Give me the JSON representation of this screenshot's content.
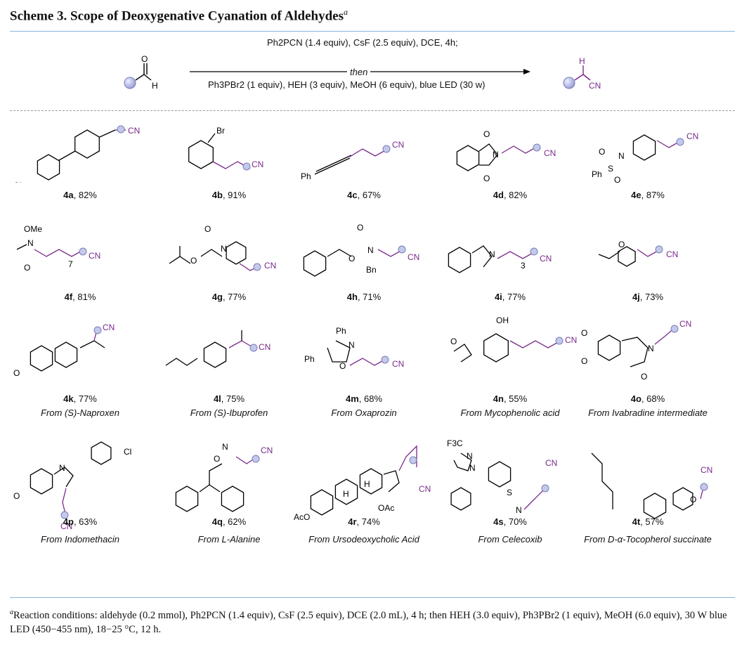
{
  "title": "Scheme 3. Scope of Deoxygenative Cyanation of Aldehydes",
  "title_sup": "a",
  "reaction": {
    "above": "Ph2PCN (1.4 equiv), CsF (2.5 equiv), DCE, 4h;",
    "middle": "then",
    "below": "Ph3PBr2 (1 equiv), HEH (3 equiv), MeOH (6 equiv), blue LED (30 w)",
    "reactant_label": "H",
    "product_h": "H",
    "product_cn": "CN"
  },
  "compounds": [
    {
      "id": "4a",
      "yield": ", 82%",
      "source": ""
    },
    {
      "id": "4b",
      "yield": ", 91%",
      "source": ""
    },
    {
      "id": "4c",
      "yield": ", 67%",
      "source": ""
    },
    {
      "id": "4d",
      "yield": ", 82%",
      "source": ""
    },
    {
      "id": "4e",
      "yield": ", 87%",
      "source": ""
    },
    {
      "id": "4f",
      "yield": ", 81%",
      "source": ""
    },
    {
      "id": "4g",
      "yield": ", 77%",
      "source": ""
    },
    {
      "id": "4h",
      "yield": ", 71%",
      "source": ""
    },
    {
      "id": "4i",
      "yield": ", 77%",
      "source": ""
    },
    {
      "id": "4j",
      "yield": ", 73%",
      "source": ""
    },
    {
      "id": "4k",
      "yield": ", 77%",
      "source": "From (S)-Naproxen"
    },
    {
      "id": "4l",
      "yield": ", 75%",
      "source": "From (S)-Ibuprofen"
    },
    {
      "id": "4m",
      "yield": ", 68%",
      "source": "From Oxaprozin"
    },
    {
      "id": "4n",
      "yield": ", 55%",
      "source": "From Mycophenolic acid"
    },
    {
      "id": "4o",
      "yield": ", 68%",
      "source": "From Ivabradine intermediate"
    },
    {
      "id": "4p",
      "yield": ", 63%",
      "source": "From Indomethacin"
    },
    {
      "id": "4q",
      "yield": ", 62%",
      "source": "From L-Alanine"
    },
    {
      "id": "4r",
      "yield": ", 74%",
      "source": "From Ursodeoxycholic Acid"
    },
    {
      "id": "4s",
      "yield": ", 70%",
      "source": "From Celecoxib"
    },
    {
      "id": "4t",
      "yield": ", 57%",
      "source": "From D-α-Tocopherol succinate"
    }
  ],
  "labels": {
    "cn": "CN",
    "cl": "Cl",
    "br": "Br",
    "ph": "Ph",
    "n": "N",
    "o": "O",
    "s": "S",
    "ome": "OMe",
    "bn": "Bn",
    "oh": "OH",
    "h": "H",
    "aco": "AcO",
    "oac": "OAc",
    "f3c": "F3C",
    "sub7": "7",
    "sub3": "3"
  },
  "footnote_sup": "a",
  "footnote": "Reaction conditions: aldehyde (0.2 mmol), Ph2PCN (1.4 equiv), CsF (2.5 equiv), DCE (2.0 mL), 4 h; then HEH (3.0 equiv), Ph3PBr2 (1 equiv), MeOH (6.0 equiv), 30 W blue LED (450−455 nm), 18−25 °C, 12 h.",
  "colors": {
    "rule": "#8ab4e0",
    "bond_new": "#7a2a8a",
    "atom_ball": "#b8bde0",
    "text": "#111111"
  }
}
